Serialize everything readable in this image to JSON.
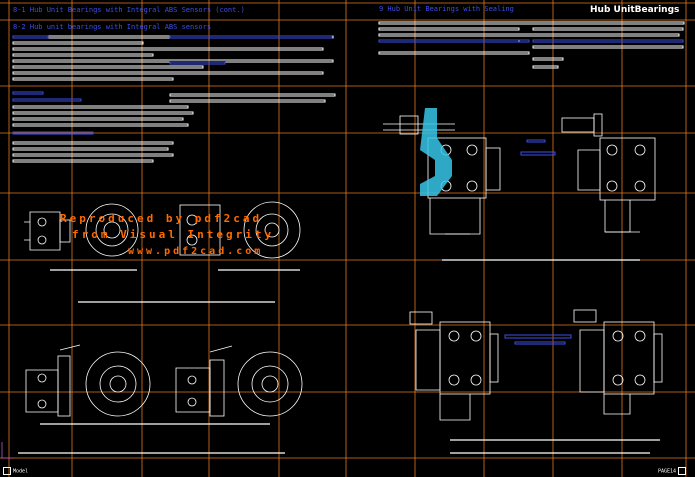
{
  "sheet": {
    "left_title": "8-1  Hub Unit Bearings with Integral ABS Sensors (cont.)",
    "left_subtitle": "8-2  Hub unit bearings with Integral ABS sensors",
    "right_title": "9  Hub Unit Bearings with Sealing",
    "brand_title": "Hub UnitBearings"
  },
  "watermark": {
    "line1": "Reproduced by pdf2cad",
    "line2": "from Visual Integrity",
    "line3": "www.pdf2cad.com"
  },
  "tabs": {
    "model_tab": "Model",
    "layout_tab": "PAGE14"
  },
  "colors": {
    "background": "#000000",
    "grid": "#e07a1f",
    "drawing": "#ffffff",
    "text_blue": "#3b4fe6",
    "highlight": "#36c6e8",
    "watermark": "#ff6a00"
  }
}
